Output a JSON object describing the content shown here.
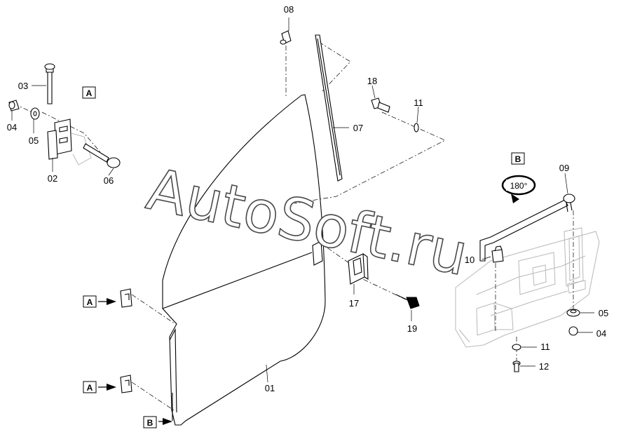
{
  "watermark": "AutoSoft.ru",
  "views": {
    "view_a": "A",
    "view_b": "B"
  },
  "rotation_label": "180°",
  "parts": {
    "p01": "01",
    "p02": "02",
    "p03": "03",
    "p04a": "04",
    "p05a": "05",
    "p06": "06",
    "p07": "07",
    "p08": "08",
    "p09": "09",
    "p10": "10",
    "p11a": "11",
    "p11b": "11",
    "p12": "12",
    "p17": "17",
    "p18": "18",
    "p19": "19",
    "p05b": "05",
    "p04b": "04"
  },
  "callouts": {
    "a1": "A",
    "a2": "A",
    "b1": "B"
  }
}
